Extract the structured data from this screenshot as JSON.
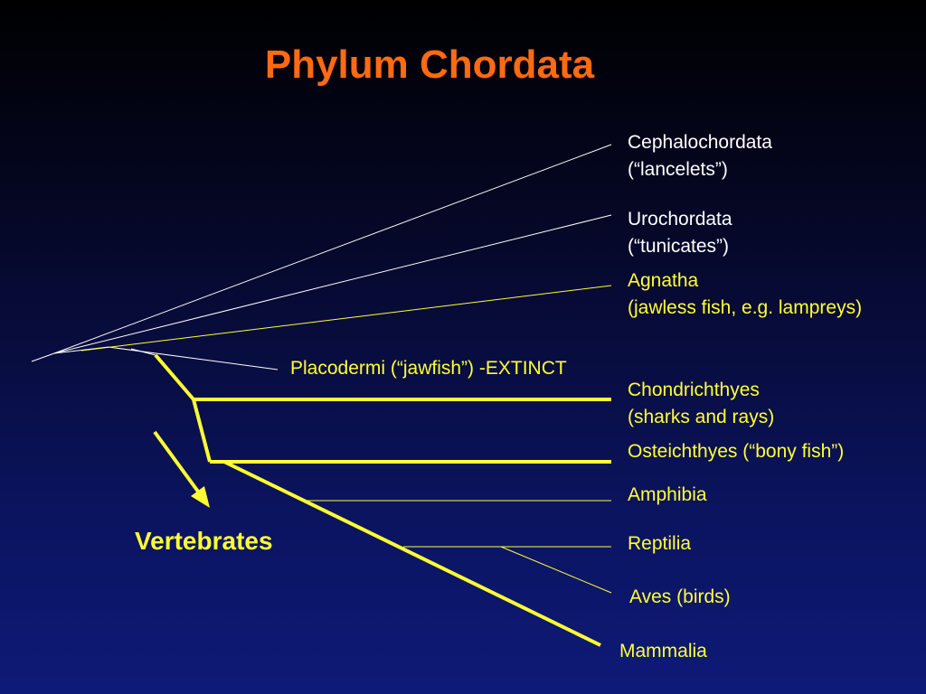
{
  "title": "Phylum Chordata",
  "colors": {
    "title": "#ff6a13",
    "white_text": "#ffffff",
    "yellow_text": "#ffff33",
    "thick_branch": "#ffff33"
  },
  "taxa": {
    "cephalochordata": {
      "name": "Cephalochordata",
      "common": "(“lancelets”)"
    },
    "urochordata": {
      "name": "Urochordata",
      "common": "(“tunicates”)"
    },
    "agnatha": {
      "name": "Agnatha",
      "common": "(jawless fish, e.g. lampreys)"
    },
    "placodermi": {
      "name": "Placodermi (“jawfish”) -EXTINCT"
    },
    "chondrichthyes": {
      "name": "Chondrichthyes",
      "common": "(sharks and rays)"
    },
    "osteichthyes": {
      "name": "Osteichthyes (“bony fish”)"
    },
    "amphibia": {
      "name": "Amphibia"
    },
    "reptilia": {
      "name": "Reptilia"
    },
    "aves": {
      "name": "Aves (birds)"
    },
    "mammalia": {
      "name": "Mammalia"
    }
  },
  "group_label": "Vertebrates"
}
